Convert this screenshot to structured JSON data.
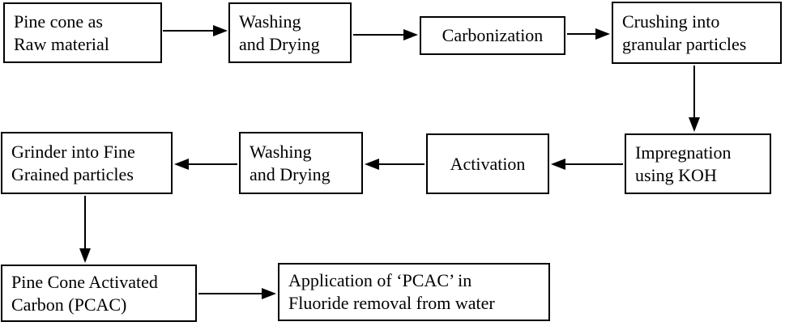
{
  "diagram": {
    "type": "flowchart",
    "colors": {
      "background": "#ffffff",
      "box_border": "#000000",
      "text": "#000000",
      "arrow": "#000000"
    },
    "nodes": [
      {
        "id": "pine-cone-raw-material",
        "label": "Pine cone as\nRaw material"
      },
      {
        "id": "washing-drying-1",
        "label": "Washing\nand Drying"
      },
      {
        "id": "carbonization",
        "label": "Carbonization"
      },
      {
        "id": "crushing-granular",
        "label": "Crushing into\ngranular particles"
      },
      {
        "id": "impregnation-koh",
        "label": "Impregnation\nusing KOH"
      },
      {
        "id": "activation",
        "label": "Activation"
      },
      {
        "id": "washing-drying-2",
        "label": "Washing\nand Drying"
      },
      {
        "id": "grinder-fine-grained",
        "label": "Grinder into Fine\nGrained particles"
      },
      {
        "id": "pcac",
        "label": "Pine Cone Activated\nCarbon (PCAC)"
      },
      {
        "id": "application-fluoride",
        "label": "Application of ‘PCAC’ in\nFluoride removal from water"
      }
    ],
    "edges": [
      {
        "from": "pine-cone-raw-material",
        "to": "washing-drying-1",
        "direction": "right"
      },
      {
        "from": "washing-drying-1",
        "to": "carbonization",
        "direction": "right"
      },
      {
        "from": "carbonization",
        "to": "crushing-granular",
        "direction": "right"
      },
      {
        "from": "crushing-granular",
        "to": "impregnation-koh",
        "direction": "down"
      },
      {
        "from": "impregnation-koh",
        "to": "activation",
        "direction": "left"
      },
      {
        "from": "activation",
        "to": "washing-drying-2",
        "direction": "left"
      },
      {
        "from": "washing-drying-2",
        "to": "grinder-fine-grained",
        "direction": "left"
      },
      {
        "from": "grinder-fine-grained",
        "to": "pcac",
        "direction": "down"
      },
      {
        "from": "pcac",
        "to": "application-fluoride",
        "direction": "right"
      }
    ]
  }
}
